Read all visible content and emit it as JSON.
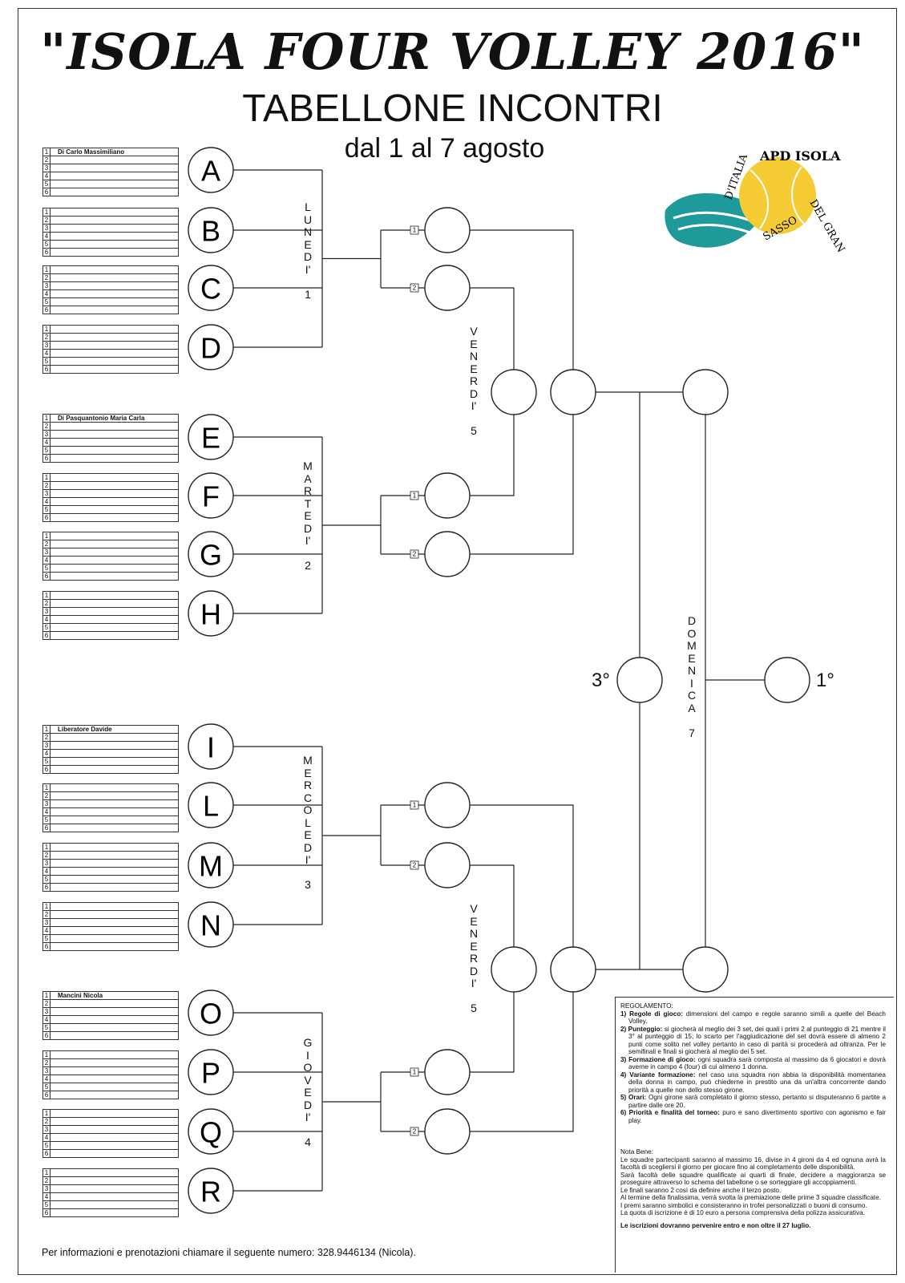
{
  "title": "\"ISOLA FOUR VOLLEY 2016\"",
  "subtitle": "TABELLONE INCONTRI",
  "dates": "dal 1 al 7 agosto",
  "logo": {
    "text_top": "APD ISOLA",
    "text_right": "DEL GRAN",
    "text_left": "D'ITALIA",
    "text_bottom": "SASSO",
    "ball_color": "#f5cc33",
    "swoosh_color": "#1f9a9a"
  },
  "teams": [
    "A",
    "B",
    "C",
    "D",
    "E",
    "F",
    "G",
    "H",
    "I",
    "L",
    "M",
    "N",
    "O",
    "P",
    "Q",
    "R"
  ],
  "rosters": [
    {
      "team": "A",
      "rows": [
        "1",
        "2",
        "3",
        "4",
        "5",
        "6"
      ],
      "captain": "Di Carlo Massimiliano"
    },
    {
      "team": "B",
      "rows": [
        "1",
        "2",
        "3",
        "4",
        "5",
        "6"
      ],
      "captain": ""
    },
    {
      "team": "C",
      "rows": [
        "1",
        "2",
        "3",
        "4",
        "5",
        "6"
      ],
      "captain": ""
    },
    {
      "team": "D",
      "rows": [
        "1",
        "2",
        "3",
        "4",
        "5",
        "6"
      ],
      "captain": ""
    },
    {
      "team": "E",
      "rows": [
        "1",
        "2",
        "3",
        "4",
        "5",
        "6"
      ],
      "captain": "Di Pasquantonio Maria Carla"
    },
    {
      "team": "F",
      "rows": [
        "1",
        "2",
        "3",
        "4",
        "5",
        "6"
      ],
      "captain": ""
    },
    {
      "team": "G",
      "rows": [
        "1",
        "2",
        "3",
        "4",
        "5",
        "6"
      ],
      "captain": ""
    },
    {
      "team": "H",
      "rows": [
        "1",
        "2",
        "3",
        "4",
        "5",
        "6"
      ],
      "captain": ""
    },
    {
      "team": "I",
      "rows": [
        "1",
        "2",
        "3",
        "4",
        "5",
        "6"
      ],
      "captain": "Liberatore Davide"
    },
    {
      "team": "L",
      "rows": [
        "1",
        "2",
        "3",
        "4",
        "5",
        "6"
      ],
      "captain": ""
    },
    {
      "team": "M",
      "rows": [
        "1",
        "2",
        "3",
        "4",
        "5",
        "6"
      ],
      "captain": ""
    },
    {
      "team": "N",
      "rows": [
        "1",
        "2",
        "3",
        "4",
        "5",
        "6"
      ],
      "captain": ""
    },
    {
      "team": "O",
      "rows": [
        "1",
        "2",
        "3",
        "4",
        "5",
        "6"
      ],
      "captain": "Mancini Nicola"
    },
    {
      "team": "P",
      "rows": [
        "1",
        "2",
        "3",
        "4",
        "5",
        "6"
      ],
      "captain": ""
    },
    {
      "team": "Q",
      "rows": [
        "1",
        "2",
        "3",
        "4",
        "5",
        "6"
      ],
      "captain": ""
    },
    {
      "team": "R",
      "rows": [
        "1",
        "2",
        "3",
        "4",
        "5",
        "6"
      ],
      "captain": ""
    }
  ],
  "days": [
    "L\nU\nN\nE\nD\nI'\n\n1",
    "M\nA\nR\nT\nE\nD\nI'\n\n2",
    "M\nE\nR\nC\nO\nL\nE\nD\nI'\n\n3",
    "G\nI\nO\nV\nE\nD\nI'\n\n4"
  ],
  "friday_top": "V\nE\nN\nE\nR\nD\nI'\n\n5",
  "friday_bottom": "V\nE\nN\nE\nR\nD\nI'\n\n5",
  "sunday": "D\nO\nM\nE\nN\nI\nC\nA\n\n7",
  "seed_labels": [
    "1",
    "2"
  ],
  "third_place": "3°",
  "first_place": "1°",
  "rules": {
    "heading": "REGOLAMENTO:",
    "items": [
      {
        "bold": "1) Regole di gioco:",
        "text": " dimensioni del campo e regole saranno simili a quelle del Beach Volley."
      },
      {
        "bold": "2) Punteggio:",
        "text": " si giocherà al meglio dei 3 set, dei quali i primi 2 al punteggio di 21 mentre il 3° al punteggio di 15; lo scarto per l'aggiudicazione del set dovrà essere di almeno 2 punti come solito nel volley pertanto in caso di parità si procederà ad oltranza. Per le semifinali e finali si giocherà al meglio dei 5 set."
      },
      {
        "bold": "3) Formazione di gioco:",
        "text": " ogni squadra sarà composta al massimo da 6 giocatori e dovrà averne in campo 4 (four) di cui almeno 1 donna."
      },
      {
        "bold": "4) Variante formazione:",
        "text": " nel caso una squadra non abbia la disponibilità momentanea della donna in campo, può chiederne in prestito una da un'altra concorrente dando priorità a quelle non dello stesso girone."
      },
      {
        "bold": "5) Orari:",
        "text": " Ogni girone sarà completato il giorno stesso, pertanto si disputeranno 6 partite a partire dalle ore 20."
      },
      {
        "bold": "6) Priorità e finalità del torneo:",
        "text": " puro e sano divertimento sportivo con agonismo e fair play."
      }
    ],
    "note_heading": "Nota Bene:",
    "notes": [
      "Le squadre partecipanti saranno al massimo 16, divise in 4 gironi da 4 ed ognuna avrà la facoltà di scegliersi il giorno per giocare fino al completamento delle disponibilità.",
      "Sarà facoltà delle squadre qualificate ai quarti di finale, decidere a maggioranza se proseguire attraverso lo schema del tabellone o se sorteggiare gli accoppiamenti.",
      "Le finali saranno 2 così da definire anche il terzo posto.",
      "Al termine della finalissima, verrà svolta la premiazione delle prime 3 squadre classificate.",
      "I premi saranno simbolici e consisteranno in trofei personalizzati o buoni di consumo.",
      "La quota di iscrizione è di 10 euro a persona comprensiva della polizza assicurativa."
    ],
    "deadline": "Le iscrizioni dovranno pervenire entro e non oltre il 27 luglio."
  },
  "footer": "Per informazioni e prenotazioni chiamare il seguente numero: 328.9446134 (Nicola)."
}
